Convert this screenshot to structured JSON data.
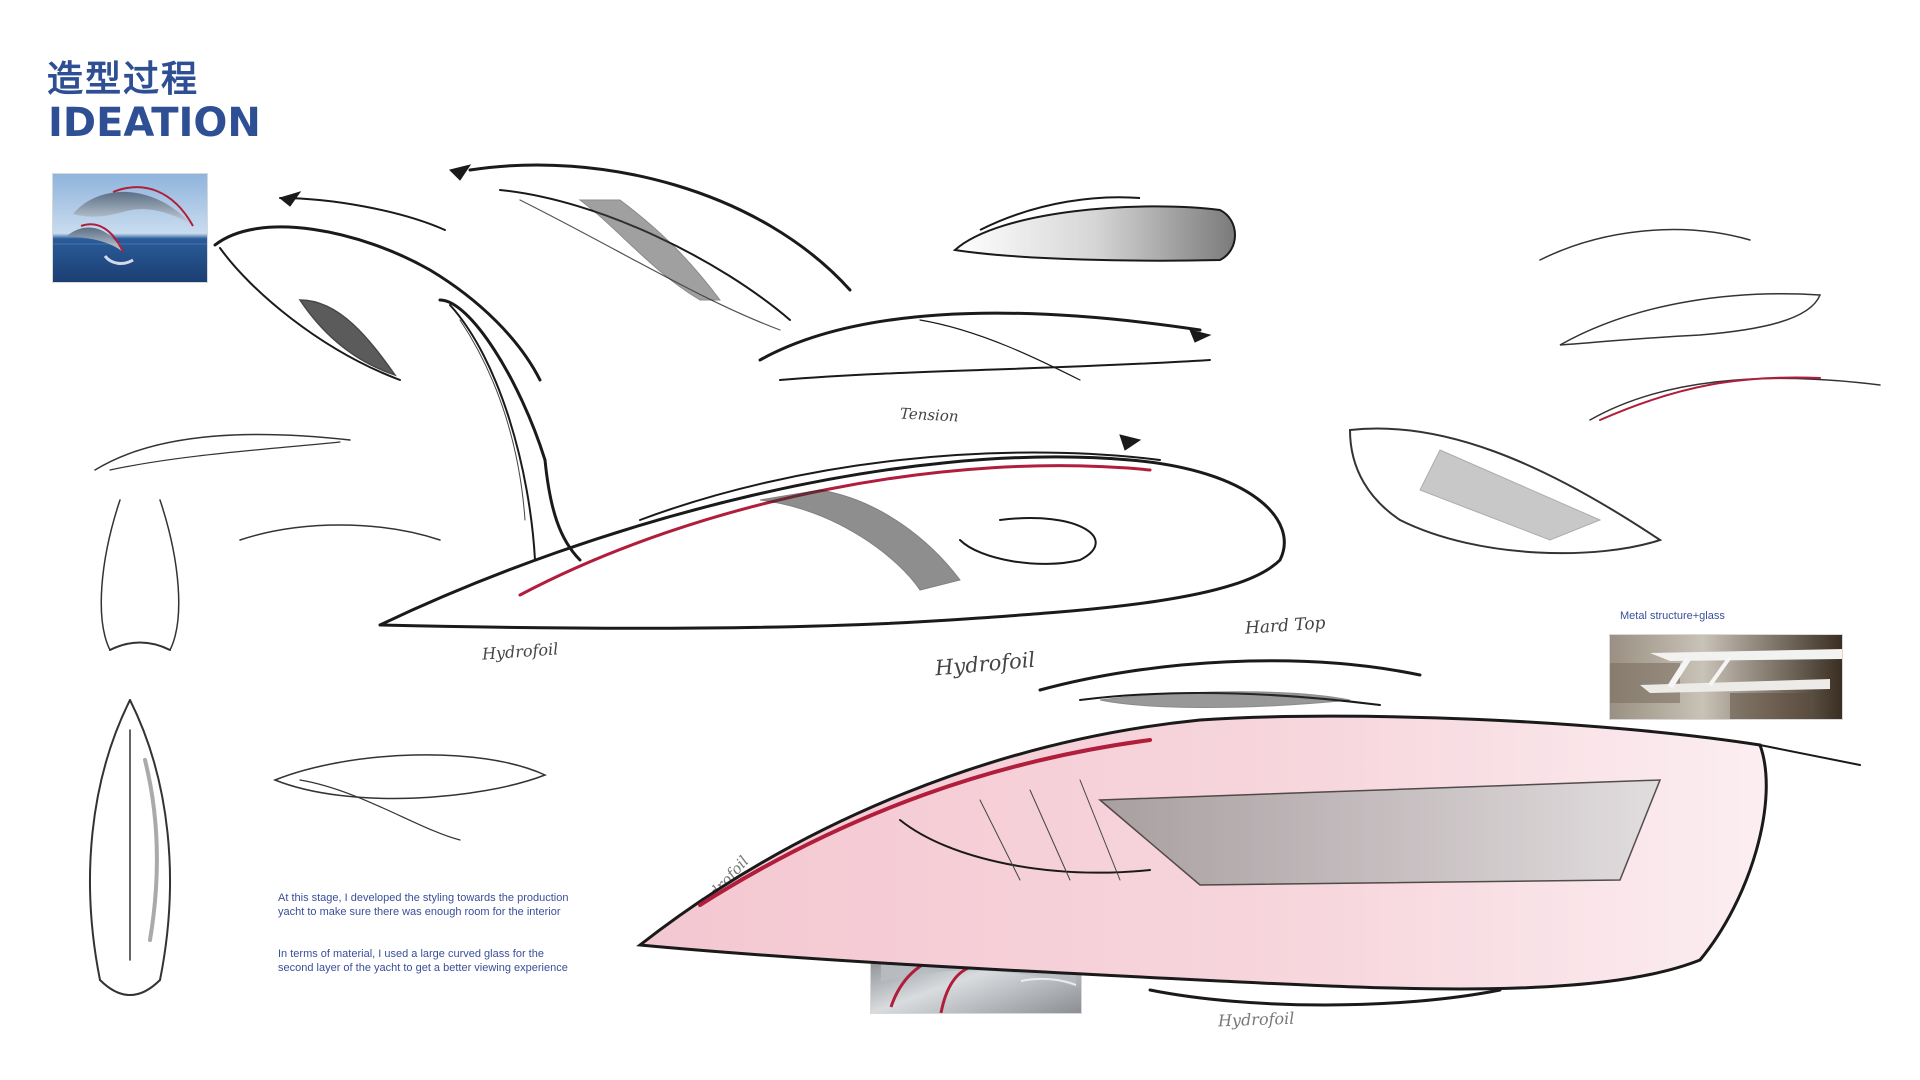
{
  "header": {
    "title_cn": "造型过程",
    "title_en": "IDEATION"
  },
  "notes": {
    "paragraph_1": "At this stage, I developed the styling towards the production yacht to make sure there was enough room for the interior",
    "paragraph_2": "In terms of material, I  used a large curved glass for the second layer of the yacht  to get a better viewing experience"
  },
  "labels": {
    "metal_structure": "Metal structure+glass",
    "tension": "Tension",
    "hydrofoil_1": "Hydrofoil",
    "hydrofoil_2": "Hydrofoil",
    "hydrofoil_3": "Hydrofoil",
    "hydrofoil_4": "Hydrofoil",
    "hard_top": "Hard Top"
  },
  "colors": {
    "title_blue": "#2f4f95",
    "note_blue": "#3a4f9a",
    "accent_red": "#b01e3c",
    "ink": "#1a1a1a"
  }
}
